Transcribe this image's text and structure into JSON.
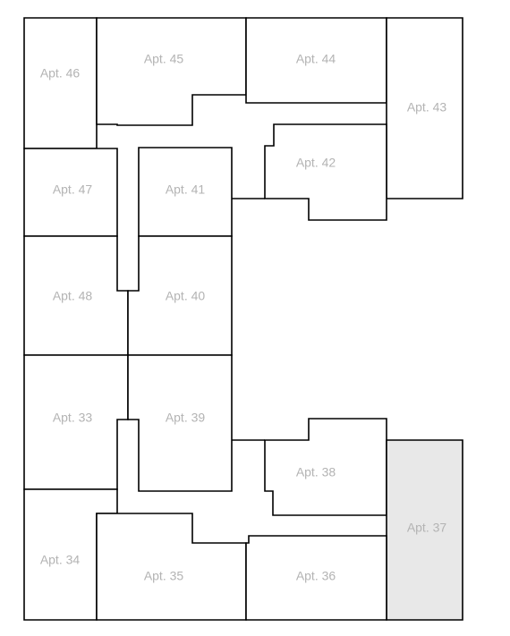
{
  "floor_plan": {
    "selected": "Apt. 37",
    "colors": {
      "wall": "#000000",
      "label": "#b3b3b3",
      "selected_fill": "#e8e8e8"
    },
    "apartments": [
      {
        "id": "apt-46",
        "label": "Apt. 46"
      },
      {
        "id": "apt-45",
        "label": "Apt. 45"
      },
      {
        "id": "apt-44",
        "label": "Apt. 44"
      },
      {
        "id": "apt-43",
        "label": "Apt. 43"
      },
      {
        "id": "apt-42",
        "label": "Apt. 42"
      },
      {
        "id": "apt-47",
        "label": "Apt. 47"
      },
      {
        "id": "apt-41",
        "label": "Apt. 41"
      },
      {
        "id": "apt-48",
        "label": "Apt. 48"
      },
      {
        "id": "apt-40",
        "label": "Apt. 40"
      },
      {
        "id": "apt-33",
        "label": "Apt. 33"
      },
      {
        "id": "apt-39",
        "label": "Apt. 39"
      },
      {
        "id": "apt-38",
        "label": "Apt. 38"
      },
      {
        "id": "apt-37",
        "label": "Apt. 37"
      },
      {
        "id": "apt-34",
        "label": "Apt. 34"
      },
      {
        "id": "apt-35",
        "label": "Apt. 35"
      },
      {
        "id": "apt-36",
        "label": "Apt. 36"
      }
    ]
  }
}
